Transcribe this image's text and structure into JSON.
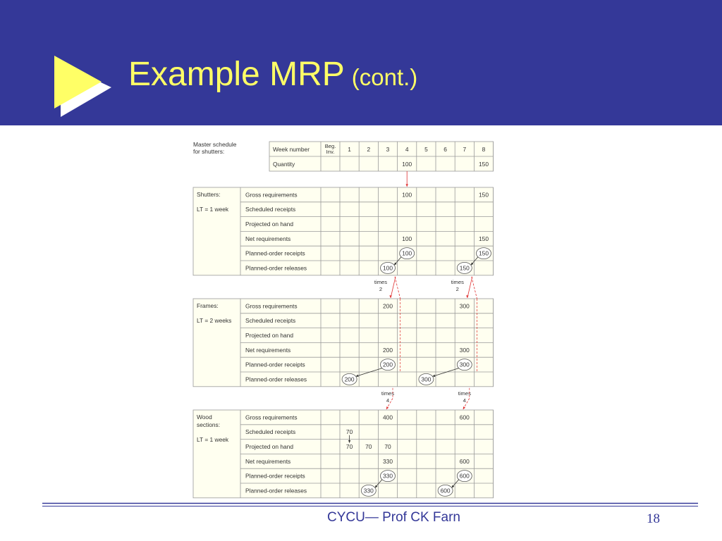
{
  "slide": {
    "title": "Example MRP",
    "subtitle": "(cont.)",
    "footer": "CYCU— Prof CK Farn",
    "page_number": "18",
    "colors": {
      "header": "#343898",
      "title": "#ffff66",
      "arrow": "#ffff66",
      "footer_text": "#343898",
      "table_bg": "#fffff0",
      "connector": "#e03030"
    }
  },
  "mrp": {
    "master": {
      "label_lines": [
        "Master schedule",
        "for shutters:"
      ],
      "header_label": "Week number",
      "beg_inv_lines": [
        "Beg.",
        "Inv."
      ],
      "weeks": [
        "1",
        "2",
        "3",
        "4",
        "5",
        "6",
        "7",
        "8"
      ],
      "quantity_label": "Quantity",
      "quantity": [
        "",
        "",
        "",
        "100",
        "",
        "",
        "",
        "150"
      ],
      "begin": ""
    },
    "items": [
      {
        "name_lines": [
          "Shutters:"
        ],
        "lt": "LT = 1 week",
        "rows": [
          {
            "label": "Gross requirements",
            "begin": "",
            "values": [
              "",
              "",
              "",
              "100",
              "",
              "",
              "",
              "150"
            ],
            "circled": []
          },
          {
            "label": "Scheduled receipts",
            "begin": "",
            "values": [
              "",
              "",
              "",
              "",
              "",
              "",
              "",
              ""
            ],
            "circled": []
          },
          {
            "label": "Projected on hand",
            "begin": "",
            "values": [
              "",
              "",
              "",
              "",
              "",
              "",
              "",
              ""
            ],
            "circled": []
          },
          {
            "label": "Net requirements",
            "begin": "",
            "values": [
              "",
              "",
              "",
              "100",
              "",
              "",
              "",
              "150"
            ],
            "circled": []
          },
          {
            "label": "Planned-order receipts",
            "begin": "",
            "values": [
              "",
              "",
              "",
              "100",
              "",
              "",
              "",
              "150"
            ],
            "circled": [
              3,
              7
            ]
          },
          {
            "label": "Planned-order releases",
            "begin": "",
            "values": [
              "",
              "",
              "100",
              "",
              "",
              "",
              "150",
              ""
            ],
            "circled": [
              2,
              6
            ]
          }
        ]
      },
      {
        "name_lines": [
          "Frames:"
        ],
        "lt": "LT = 2 weeks",
        "rows": [
          {
            "label": "Gross requirements",
            "begin": "",
            "values": [
              "",
              "",
              "200",
              "",
              "",
              "",
              "300",
              ""
            ],
            "circled": []
          },
          {
            "label": "Scheduled receipts",
            "begin": "",
            "values": [
              "",
              "",
              "",
              "",
              "",
              "",
              "",
              ""
            ],
            "circled": []
          },
          {
            "label": "Projected on hand",
            "begin": "",
            "values": [
              "",
              "",
              "",
              "",
              "",
              "",
              "",
              ""
            ],
            "circled": []
          },
          {
            "label": "Net requirements",
            "begin": "",
            "values": [
              "",
              "",
              "200",
              "",
              "",
              "",
              "300",
              ""
            ],
            "circled": []
          },
          {
            "label": "Planned-order receipts",
            "begin": "",
            "values": [
              "",
              "",
              "200",
              "",
              "",
              "",
              "300",
              ""
            ],
            "circled": [
              2,
              6
            ]
          },
          {
            "label": "Planned-order releases",
            "begin": "",
            "values": [
              "200",
              "",
              "",
              "",
              "300",
              "",
              "",
              ""
            ],
            "circled": [
              0,
              4
            ]
          }
        ]
      },
      {
        "name_lines": [
          "Wood",
          "sections:"
        ],
        "lt": "LT = 1 week",
        "rows": [
          {
            "label": "Gross requirements",
            "begin": "",
            "values": [
              "",
              "",
              "400",
              "",
              "",
              "",
              "600",
              ""
            ],
            "circled": []
          },
          {
            "label": "Scheduled receipts",
            "begin": "",
            "values": [
              "70",
              "",
              "",
              "",
              "",
              "",
              "",
              ""
            ],
            "circled": []
          },
          {
            "label": "Projected on hand",
            "begin": "",
            "values": [
              "70",
              "70",
              "70",
              "",
              "",
              "",
              "",
              ""
            ],
            "circled": []
          },
          {
            "label": "Net requirements",
            "begin": "",
            "values": [
              "",
              "",
              "330",
              "",
              "",
              "",
              "600",
              ""
            ],
            "circled": []
          },
          {
            "label": "Planned-order receipts",
            "begin": "",
            "values": [
              "",
              "",
              "330",
              "",
              "",
              "",
              "600",
              ""
            ],
            "circled": [
              2,
              6
            ]
          },
          {
            "label": "Planned-order releases",
            "begin": "",
            "values": [
              "",
              "330",
              "",
              "",
              "",
              "600",
              "",
              ""
            ],
            "circled": [
              1,
              5
            ]
          }
        ]
      }
    ],
    "multipliers": [
      {
        "word": "times",
        "value": "2"
      },
      {
        "word": "times",
        "value": "2"
      },
      {
        "word": "times",
        "value": "4"
      },
      {
        "word": "times",
        "value": "4"
      }
    ]
  }
}
